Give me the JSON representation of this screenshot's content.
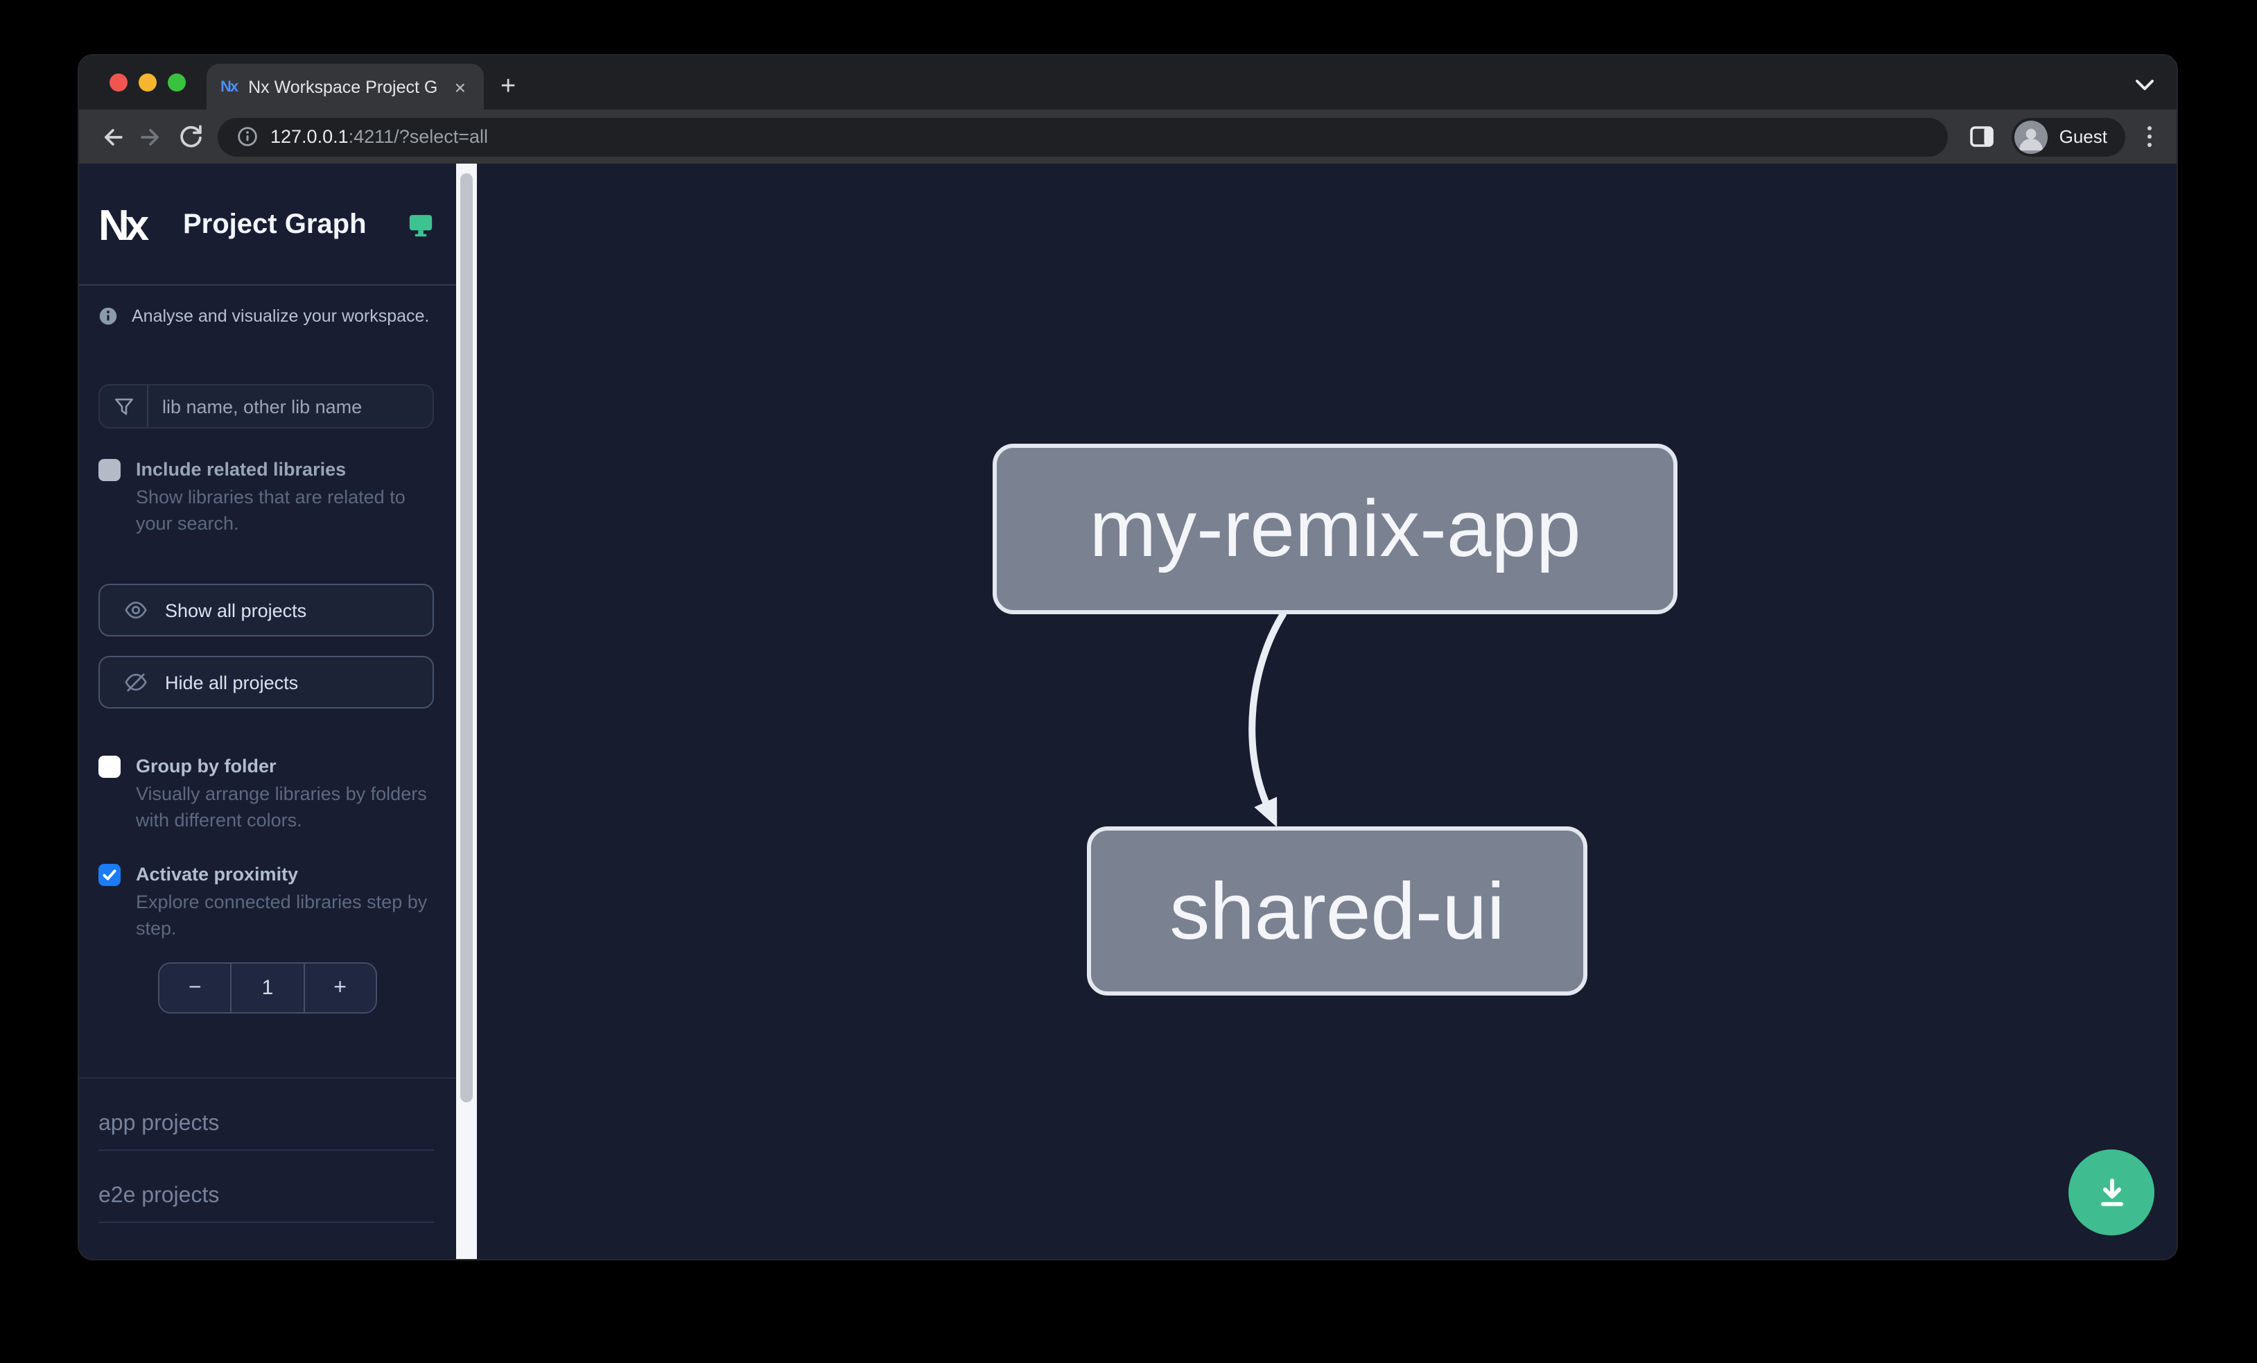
{
  "browser": {
    "tab_title": "Nx Workspace Project Graph",
    "tab_close": "×",
    "new_tab": "+",
    "url_host": "127.0.0.1",
    "url_path": ":4211/?select=all",
    "profile": "Guest"
  },
  "sidebar": {
    "logo": "Nx",
    "title": "Project Graph",
    "tagline": "Analyse and visualize your workspace.",
    "search_placeholder": "lib name, other lib name",
    "checkboxes": [
      {
        "label": "Include related libraries",
        "description": "Show libraries that are related to your search.",
        "checked": false
      },
      {
        "label": "Group by folder",
        "description": "Visually arrange libraries by folders with different colors.",
        "checked": false
      },
      {
        "label": "Activate proximity",
        "description": "Explore connected libraries step by step.",
        "checked": true
      }
    ],
    "actions": [
      {
        "label": "Show all projects"
      },
      {
        "label": "Hide all projects"
      }
    ],
    "stepper": {
      "decrement": "−",
      "value": "1",
      "increment": "+"
    },
    "sections": [
      {
        "label": "app projects"
      },
      {
        "label": "e2e projects"
      }
    ]
  },
  "graph": {
    "nodes": [
      {
        "label": "my-remix-app"
      },
      {
        "label": "shared-ui"
      }
    ],
    "edges": [
      {
        "source": "my-remix-app",
        "target": "shared-ui"
      }
    ]
  },
  "colors": {
    "checkbox_accent": "#1a7cf6",
    "fab_green": "#3fbd90",
    "monitor_icon_green": "#3ec290",
    "node_fill": "#7a8190",
    "node_border": "#e3e7ef",
    "canvas_bg": "#171c2f",
    "sidebar_bg": "#181d32"
  }
}
